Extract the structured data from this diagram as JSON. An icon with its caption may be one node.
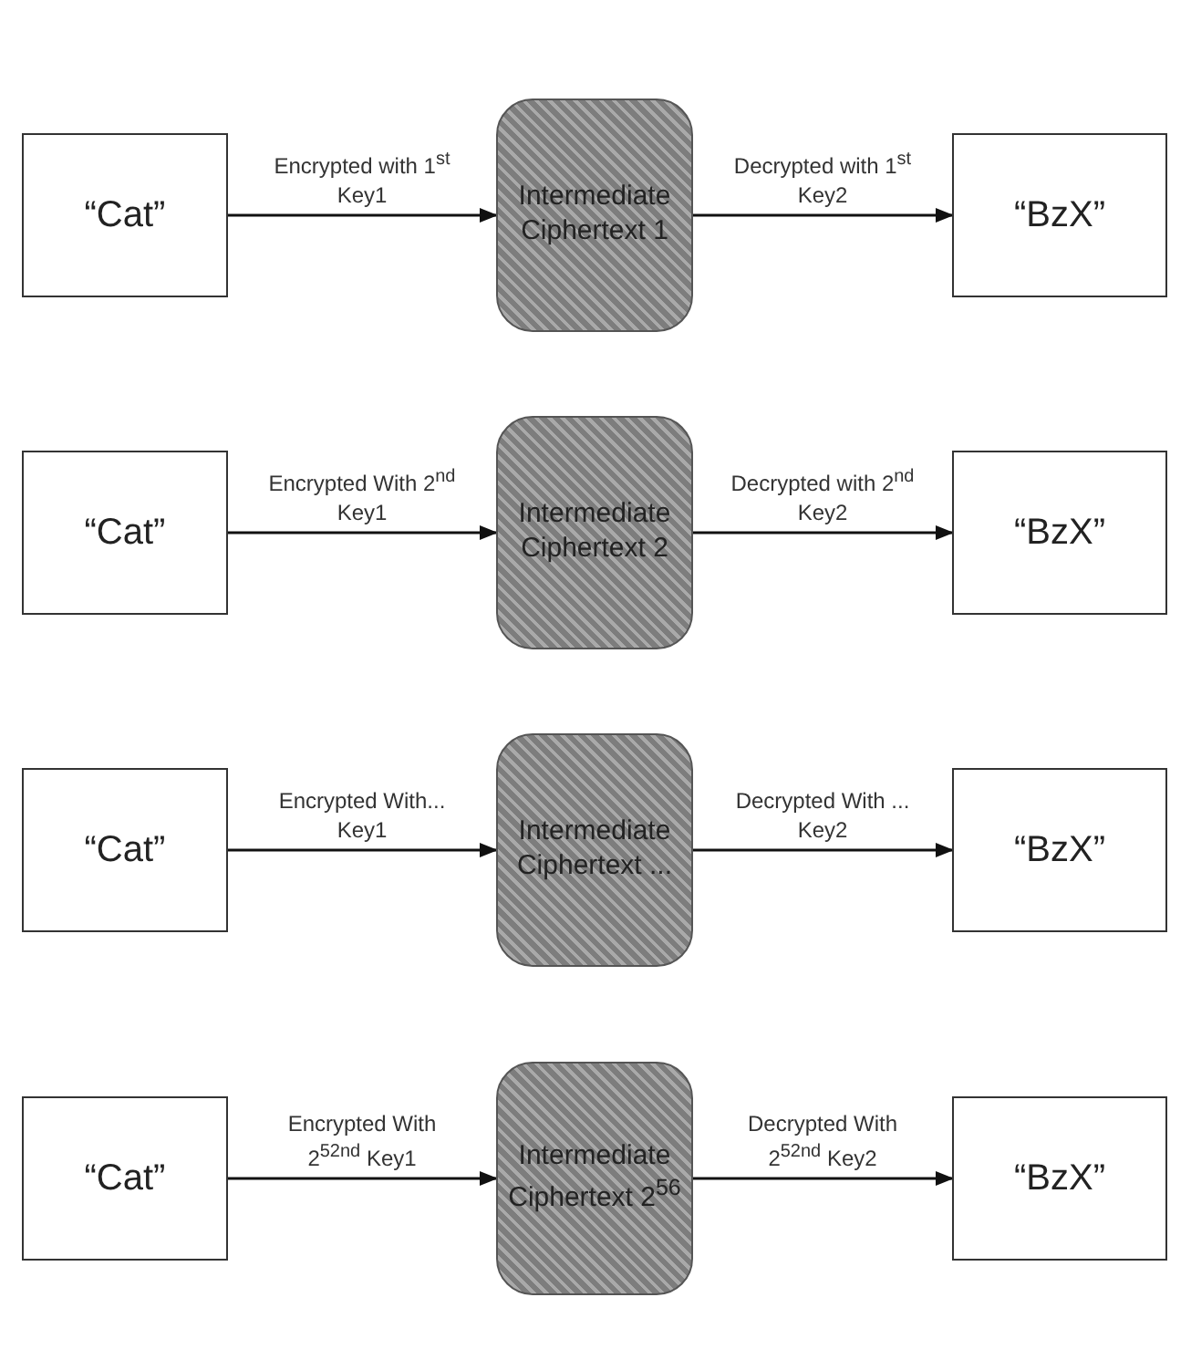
{
  "diagram": {
    "nodes": [
      {
        "text": [
          "“Cat”"
        ]
      },
      {
        "text": [
          "Intermediate Ciphertext 1"
        ]
      },
      {
        "text": [
          "“BzX”"
        ]
      },
      {
        "text": [
          "“Cat”"
        ]
      },
      {
        "text": [
          "Intermediate Ciphertext 2"
        ]
      },
      {
        "text": [
          "“BzX”"
        ]
      },
      {
        "text": [
          "“Cat”"
        ]
      },
      {
        "text": [
          "Intermediate Ciphertext ..."
        ]
      },
      {
        "text": [
          "“BzX”"
        ]
      },
      {
        "text": [
          "“Cat”"
        ]
      },
      {
        "text": [
          "Intermediate Ciphertext 2$^{56}$"
        ]
      },
      {
        "text": [
          "“BzX”"
        ]
      }
    ],
    "edges": [
      {
        "from": 0,
        "to": 1,
        "arrow": "to",
        "label": "Encrypted with 1$^{st}$ Key1"
      },
      {
        "from": 1,
        "to": 2,
        "arrow": "to",
        "label": "Decrypted with 1$^{st}$ Key2"
      },
      {
        "from": 3,
        "to": 4,
        "arrow": "to",
        "label": "Encrypted With 2$^{nd}$ Key1"
      },
      {
        "from": 4,
        "to": 5,
        "arrow": "to",
        "label": "Decrypted with 2$^{nd}$ Key2"
      },
      {
        "from": 6,
        "to": 7,
        "arrow": "to",
        "label": "Encrypted With... Key1"
      },
      {
        "from": 7,
        "to": 8,
        "arrow": "to",
        "label": "Decrypted With ... Key2"
      },
      {
        "from": 9,
        "to": 10,
        "arrow": "to",
        "label": "Encrypted With 2$^{52nd}$ Key1"
      },
      {
        "from": 10,
        "to": 11,
        "arrow": "to",
        "label": "Decrypted With 2$^{52nd}$ Key2"
      }
    ]
  }
}
